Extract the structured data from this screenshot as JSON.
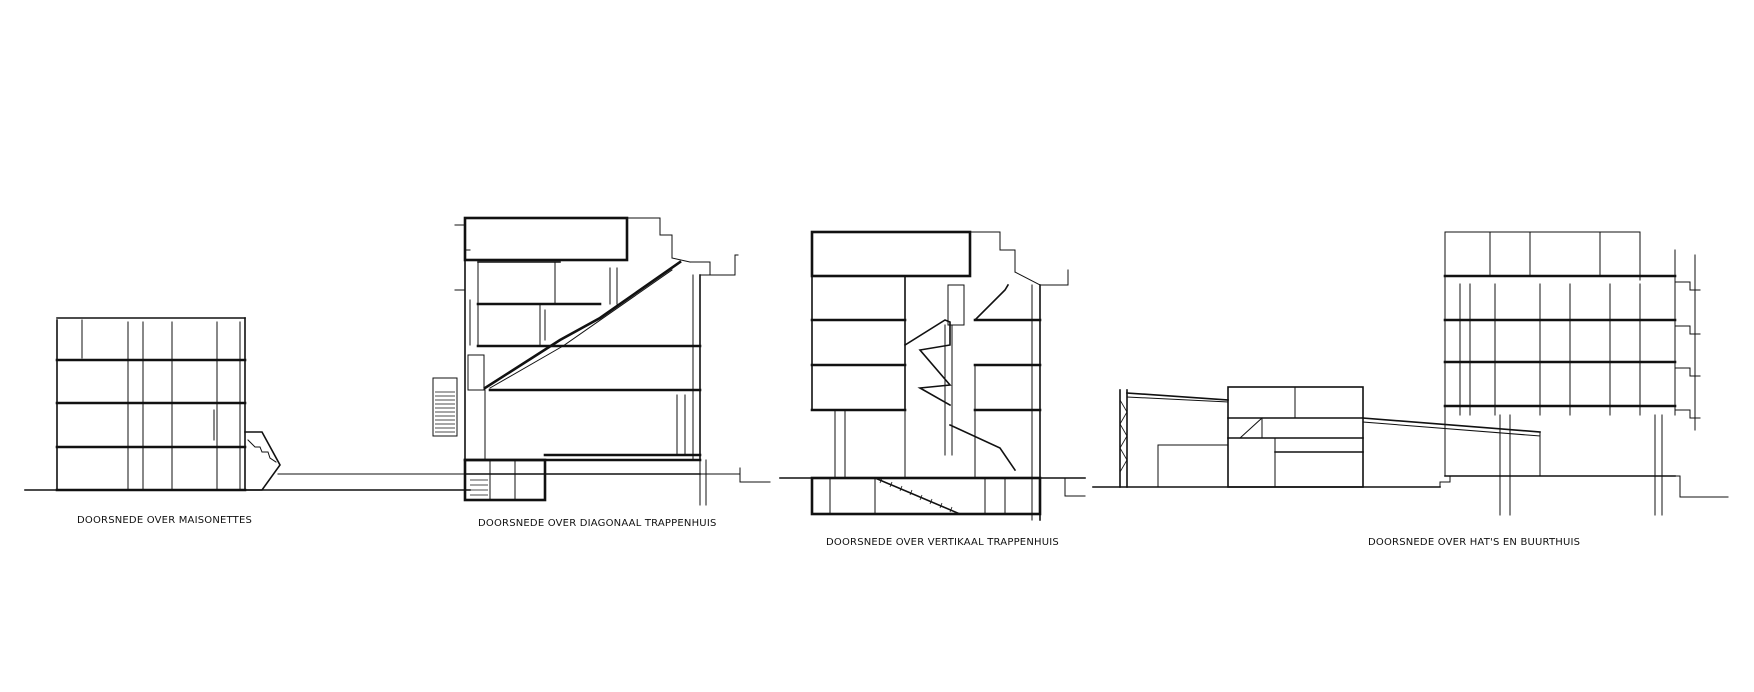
{
  "sections": [
    {
      "id": "maisonettes",
      "label": "DOORSNEDE OVER MAISONETTES"
    },
    {
      "id": "diagonaal",
      "label": "DOORSNEDE OVER DIAGONAAL  TRAPPENHUIS"
    },
    {
      "id": "vertikaal",
      "label": "DOORSNEDE  OVER  VERTIKAAL  TRAPPENHUIS"
    },
    {
      "id": "hats",
      "label": "DOORSNEDE  OVER  HAT'S  EN  BUURTHUIS"
    }
  ],
  "colors": {
    "ink": "#111111",
    "paper": "#ffffff",
    "faint": "#777777"
  }
}
